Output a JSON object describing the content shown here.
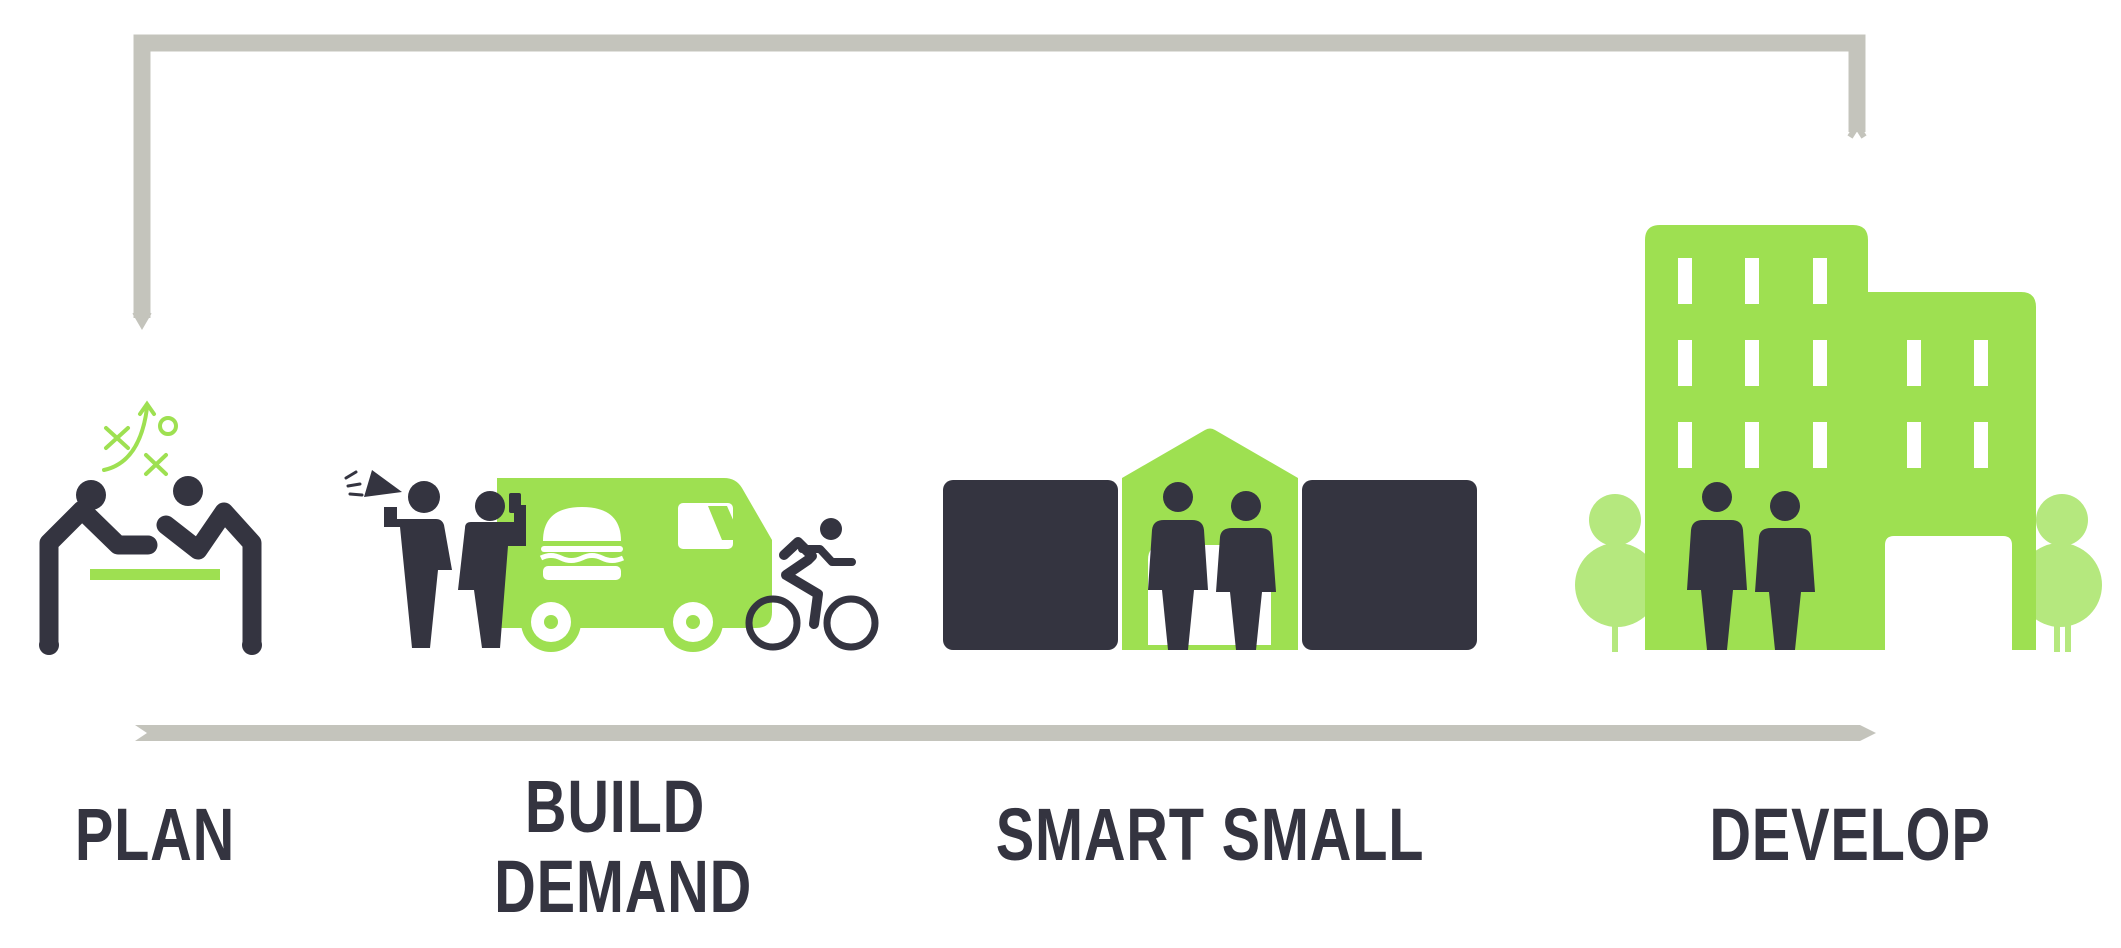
{
  "colors": {
    "dark": "#343440",
    "green": "#9ee051",
    "light_green": "#b5e87e",
    "arrow_gray": "#c4c4bc",
    "background": "#ffffff"
  },
  "stages": [
    {
      "lines": [
        "PLAN"
      ],
      "icon": "people-planning-icon"
    },
    {
      "lines": [
        "BUILD",
        "DEMAND"
      ],
      "icon": "food-truck-icon"
    },
    {
      "lines": [
        "SMART SMALL"
      ],
      "icon": "small-buildings-icon"
    },
    {
      "lines": [
        "DEVELOP"
      ],
      "icon": "apartment-building-icon"
    }
  ]
}
